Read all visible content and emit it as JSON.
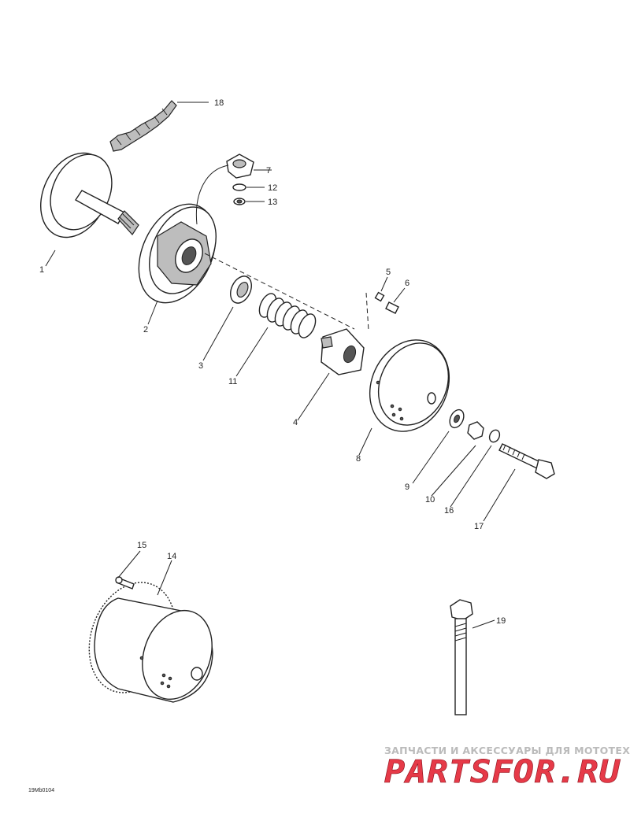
{
  "diagram": {
    "figure_code": "19Mb0104",
    "callouts": [
      "1",
      "2",
      "3",
      "4",
      "5",
      "6",
      "7",
      "8",
      "9",
      "10",
      "11",
      "12",
      "13",
      "14",
      "15",
      "16",
      "17",
      "18",
      "19"
    ]
  },
  "watermark": {
    "tagline": "ЗАПЧАСТИ И АКСЕССУАРЫ ДЛЯ МОТОТЕХНИКИ",
    "logo_text": "PARTSFOR.RU",
    "logo_color": "#e63a48"
  }
}
